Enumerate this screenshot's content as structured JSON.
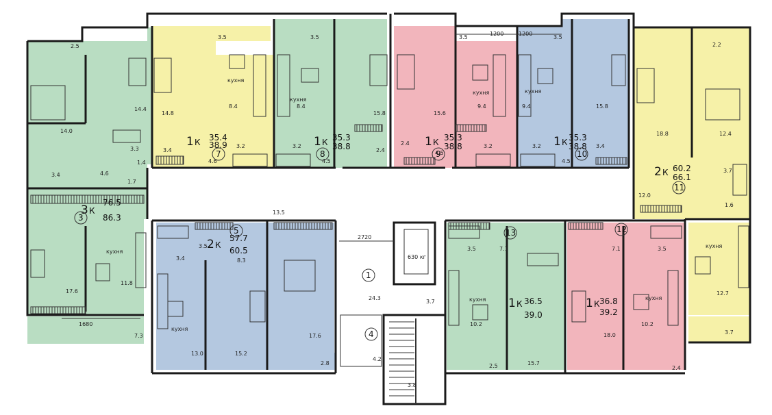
{
  "colors": {
    "green": "#b9ddc2",
    "yellow": "#f6f1a8",
    "pink": "#f2b5bc",
    "blue": "#b4c8e0",
    "wall": "#1a1a1a"
  },
  "apartments": [
    {
      "id": "apt-3",
      "number": "3",
      "type": "3",
      "area_living": "76.5",
      "area_total": "86.3",
      "color": "green"
    },
    {
      "id": "apt-5",
      "number": "5",
      "type": "2",
      "area_living": "57.7",
      "area_total": "60.5",
      "color": "blue"
    },
    {
      "id": "apt-7",
      "number": "7",
      "type": "1",
      "area_living": "35.4",
      "area_total": "38.9",
      "color": "yellow"
    },
    {
      "id": "apt-8",
      "number": "8",
      "type": "1",
      "area_living": "35.3",
      "area_total": "38.8",
      "color": "green"
    },
    {
      "id": "apt-9",
      "number": "9",
      "type": "1",
      "area_living": "35.3",
      "area_total": "38.8",
      "color": "pink"
    },
    {
      "id": "apt-10",
      "number": "10",
      "type": "1",
      "area_living": "35.3",
      "area_total": "38.8",
      "color": "blue"
    },
    {
      "id": "apt-11",
      "number": "11",
      "type": "2",
      "area_living": "60.2",
      "area_total": "66.1",
      "color": "yellow"
    },
    {
      "id": "apt-12",
      "number": "12",
      "type": "1",
      "area_living": "36.8",
      "area_total": "39.2",
      "color": "pink"
    },
    {
      "id": "apt-13",
      "number": "13",
      "type": "1",
      "area_living": "36.5",
      "area_total": "39.0",
      "color": "green"
    }
  ],
  "labels": {
    "kitchen": "кухня",
    "k": "К",
    "elevator": "630 кг",
    "corridor_no": "1",
    "stair_no": "4"
  },
  "dimensions": [
    "1200",
    "1200",
    "2720",
    "1680"
  ],
  "room_areas": [
    "2.5",
    "14.4",
    "14.0",
    "3.3",
    "1.4",
    "4.6",
    "1.7",
    "3.4",
    "17.6",
    "11.8",
    "7.3",
    "3.5",
    "14.8",
    "8.4",
    "3.2",
    "3.4",
    "4.6",
    "3.5",
    "8.4",
    "3.2",
    "4.5",
    "15.8",
    "2.4",
    "3.5",
    "15.6",
    "9.4",
    "3.2",
    "2.4",
    "4.5",
    "3.5",
    "9.4",
    "3.2",
    "4.5",
    "15.8",
    "3.4",
    "2.2",
    "18.8",
    "12.4",
    "3.7",
    "1.6",
    "12.0",
    "13.5",
    "3.4",
    "3.5",
    "8.3",
    "13.0",
    "15.2",
    "17.6",
    "2.8",
    "24.3",
    "3.7",
    "4.2",
    "3.8",
    "3.5",
    "7.1",
    "10.2",
    "15.7",
    "2.5",
    "7.1",
    "3.5",
    "18.0",
    "10.2",
    "2.4",
    "12.7",
    "3.7"
  ]
}
